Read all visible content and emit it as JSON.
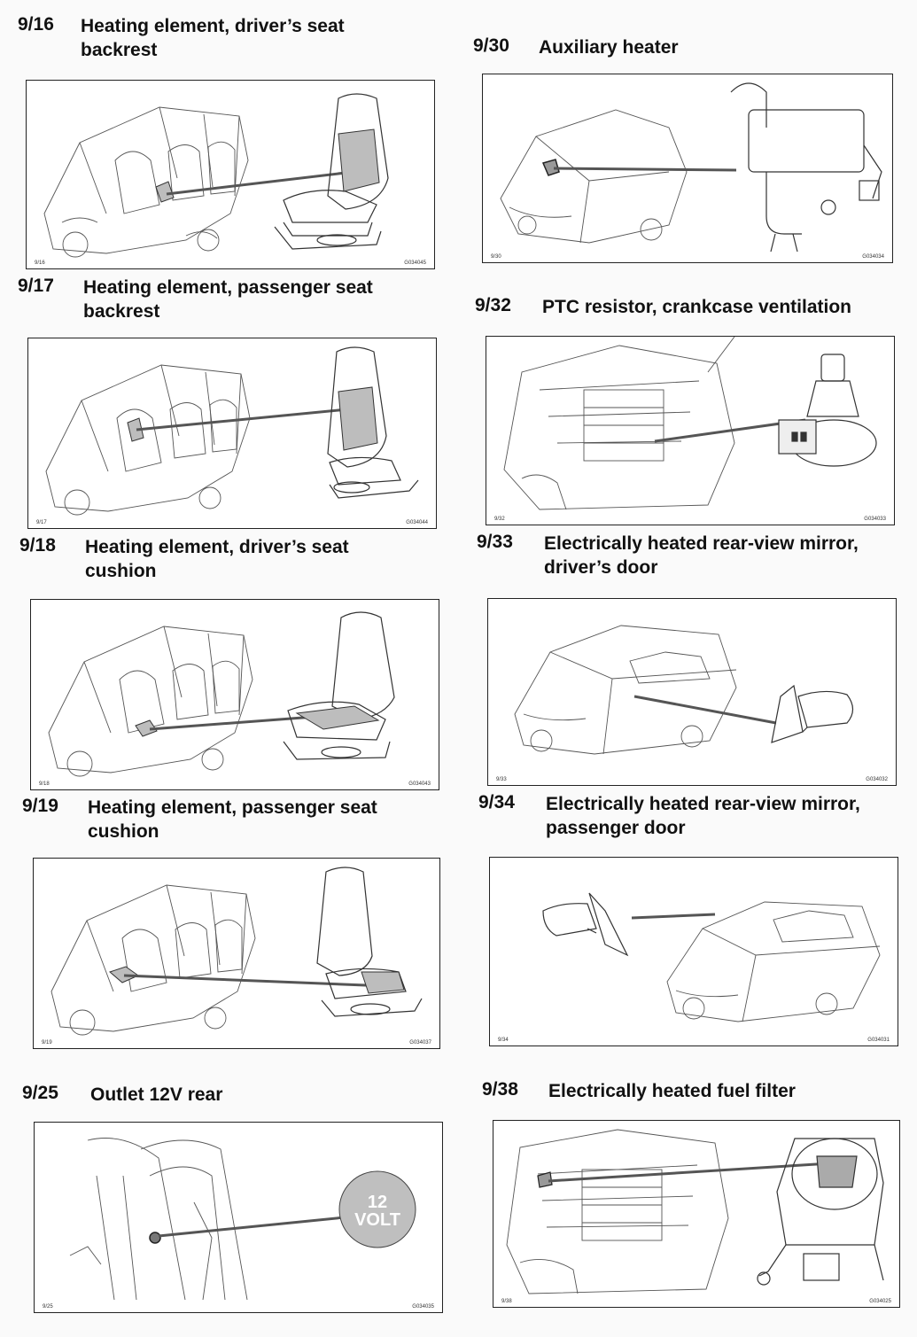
{
  "items": [
    {
      "number": "9/16",
      "title_lines": [
        "Heating element, driver’s seat",
        "backrest"
      ],
      "ref_left": "9/16",
      "ref_right": "G034045",
      "illustration": "seat-backrest"
    },
    {
      "number": "9/17",
      "title_lines": [
        "Heating element, passenger seat",
        "backrest"
      ],
      "ref_left": "9/17",
      "ref_right": "G034044",
      "illustration": "seat-backrest"
    },
    {
      "number": "9/18",
      "title_lines": [
        "Heating element, driver’s seat",
        "cushion"
      ],
      "ref_left": "9/18",
      "ref_right": "G034043",
      "illustration": "seat-cushion"
    },
    {
      "number": "9/19",
      "title_lines": [
        "Heating element, passenger seat",
        "cushion"
      ],
      "ref_left": "9/19",
      "ref_right": "G034037",
      "illustration": "seat-cushion"
    },
    {
      "number": "9/25",
      "title_lines": [
        "Outlet 12V rear"
      ],
      "ref_left": "9/25",
      "ref_right": "G034035",
      "illustration": "outlet-12v",
      "badge_line1": "12",
      "badge_line2": "VOLT"
    },
    {
      "number": "9/30",
      "title_lines": [
        "Auxiliary heater"
      ],
      "ref_left": "9/30",
      "ref_right": "G034034",
      "illustration": "aux-heater"
    },
    {
      "number": "9/32",
      "title_lines": [
        "PTC resistor, crankcase ventilation"
      ],
      "ref_left": "9/32",
      "ref_right": "G034033",
      "illustration": "ptc-resistor"
    },
    {
      "number": "9/33",
      "title_lines": [
        "Electrically heated rear-view mirror,",
        "driver’s door"
      ],
      "ref_left": "9/33",
      "ref_right": "G034032",
      "illustration": "mirror"
    },
    {
      "number": "9/34",
      "title_lines": [
        "Electrically heated rear-view mirror,",
        "passenger door"
      ],
      "ref_left": "9/34",
      "ref_right": "G034031",
      "illustration": "mirror"
    },
    {
      "number": "9/38",
      "title_lines": [
        "Electrically heated fuel filter"
      ],
      "ref_left": "9/38",
      "ref_right": "G034025",
      "illustration": "fuel-filter"
    }
  ]
}
